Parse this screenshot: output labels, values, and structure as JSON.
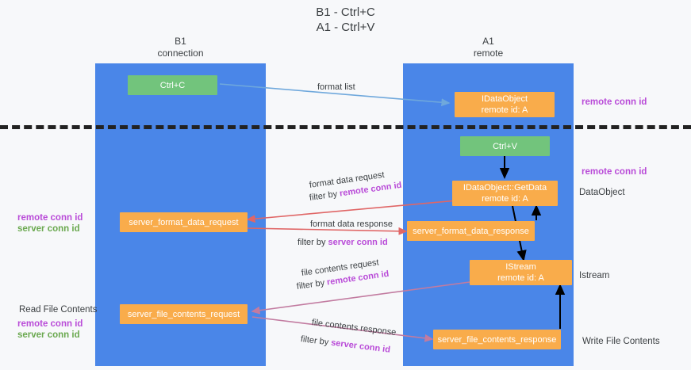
{
  "title": {
    "line1": "B1 - Ctrl+C",
    "line2": "A1 - Ctrl+V"
  },
  "lanes": [
    {
      "id": "b1",
      "name": "B1",
      "role": "connection"
    },
    {
      "id": "a1",
      "name": "A1",
      "role": "remote"
    }
  ],
  "nodes": {
    "ctrl_c": {
      "label": "Ctrl+C",
      "color": "#72c47c"
    },
    "ctrl_v": {
      "label": "Ctrl+V",
      "color": "#72c47c"
    },
    "idataobject": {
      "line1": "IDataObject",
      "line2": "remote id: A",
      "color": "#f9ac4b"
    },
    "getdata": {
      "line1": "IDataObject::GetData",
      "line2": "remote id: A",
      "color": "#f9ac4b"
    },
    "server_format_data_request": {
      "label": "server_format_data_request",
      "color": "#f9ac4b"
    },
    "server_format_data_response": {
      "label": "server_format_data_response",
      "color": "#f9ac4b"
    },
    "istream": {
      "line1": "IStream",
      "line2": "remote id: A",
      "color": "#f9ac4b"
    },
    "server_file_contents_request": {
      "label": "server_file_contents_request",
      "color": "#f9ac4b"
    },
    "server_file_contents_response": {
      "label": "server_file_contents_response",
      "color": "#f9ac4b"
    }
  },
  "edge_labels": {
    "format_list": "format list",
    "format_data_request": "format data request",
    "format_data_request_filter_prefix": "filter by ",
    "format_data_request_filter_key": "remote conn id",
    "format_data_response": "format data response",
    "format_data_response_filter_prefix": "filter by ",
    "format_data_response_filter_key": "server conn id",
    "file_contents_request": "file contents request",
    "file_contents_request_filter_prefix": "filter by ",
    "file_contents_request_filter_key": "remote conn id",
    "file_contents_response": "file contents response",
    "file_contents_response_filter_prefix": "filter by ",
    "file_contents_response_filter_key": "server conn id"
  },
  "annotations": {
    "right_top_conn_id": "remote conn id",
    "right_mid_conn_id": "remote conn id",
    "right_dataobject": "DataObject",
    "right_istream": "Istream",
    "right_write_file_contents": "Write File Contents",
    "left_remote_conn_id": "remote conn id",
    "left_server_conn_id": "server conn id",
    "left_read_file_contents": "Read File Contents",
    "left_bottom_remote_conn_id": "remote conn id",
    "left_bottom_server_conn_id": "server conn id"
  },
  "colors": {
    "lane": "#4a86e8",
    "orange": "#f9ac4b",
    "green": "#72c47c",
    "purple": "#b94bd8",
    "green_text": "#6aa84f",
    "arrow_blue": "#6fa8dc",
    "arrow_red": "#e06666",
    "arrow_magenta": "#c27ba0",
    "arrow_black": "#000000",
    "separator": "#222222",
    "background": "#f7f8fa"
  }
}
